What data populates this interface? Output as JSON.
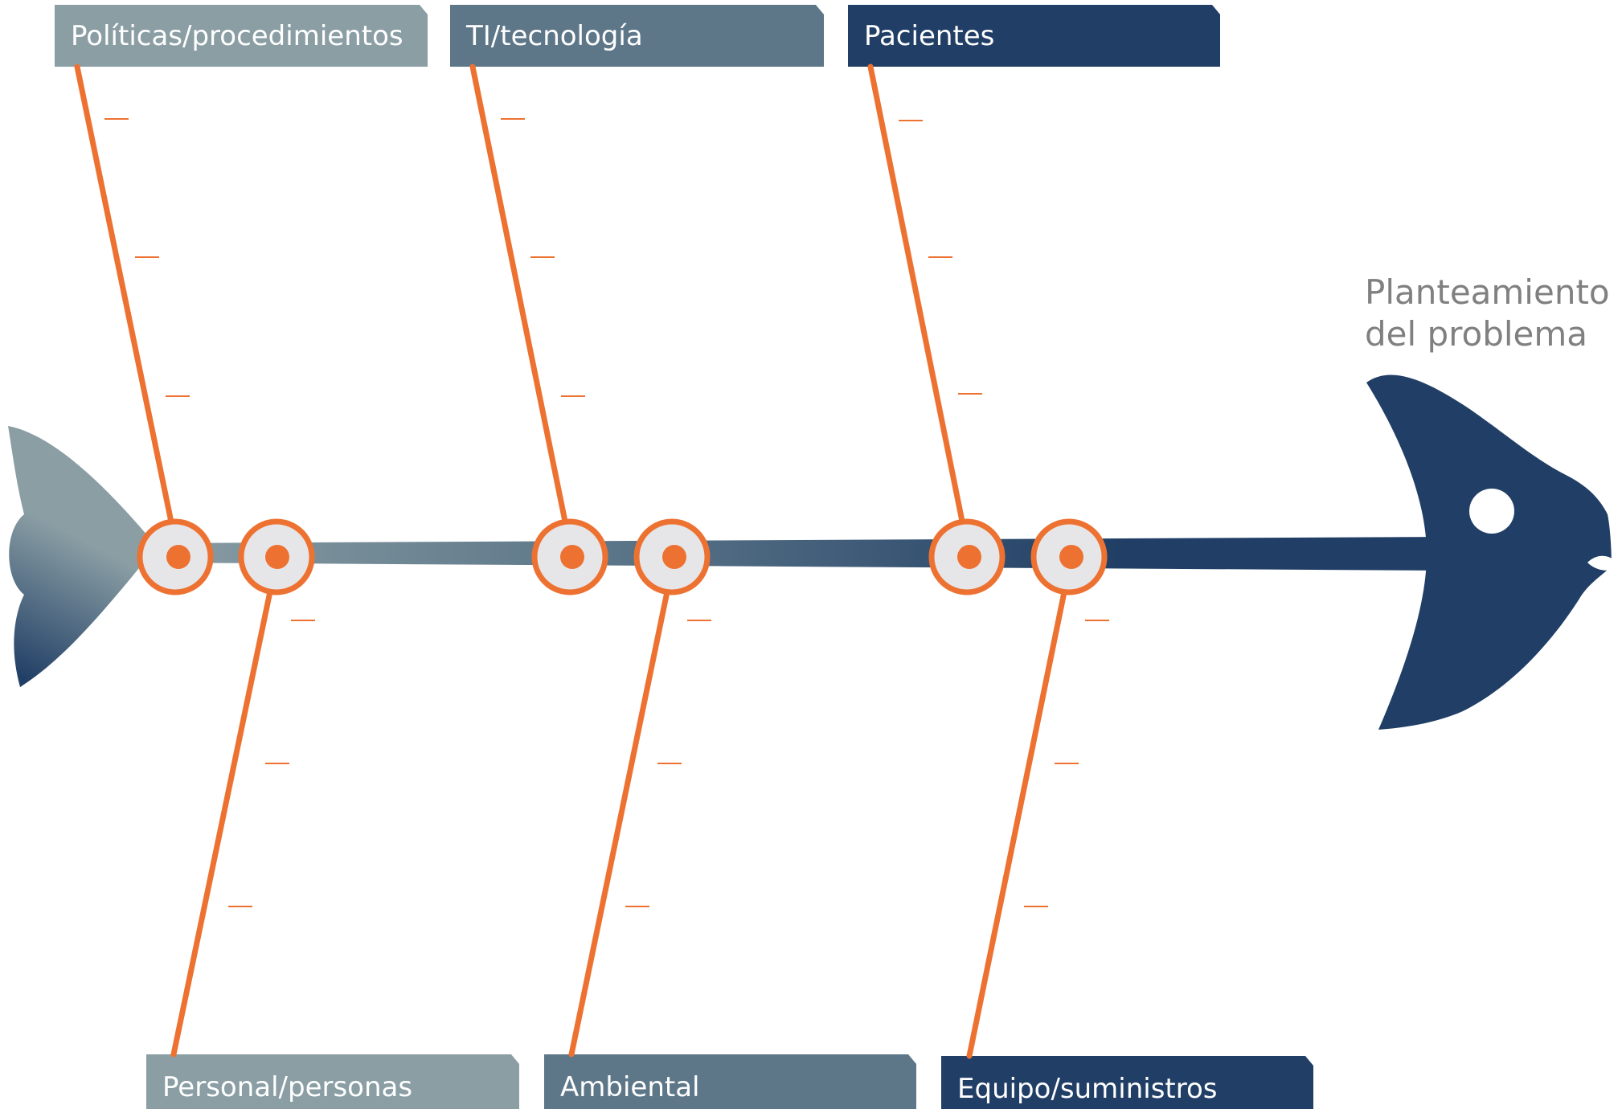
{
  "problem": {
    "line1": "Planteamiento",
    "line2": "del problema"
  },
  "categories": {
    "top_1": "Políticas/procedimientos",
    "top_2": "TI/tecnología",
    "top_3": "Pacientes",
    "bottom_1": "Personal/personas",
    "bottom_2": "Ambiental",
    "bottom_3": "Equipo/suministros"
  },
  "colors": {
    "accent": "#ED7232",
    "node_fill": "#E6E6E8",
    "label_1": "#8A9EA4",
    "label_2": "#5D7789",
    "label_3": "#213F66",
    "fish": "#213F66",
    "tail_light": "#8A9EA4",
    "text_gray": "#808080"
  }
}
